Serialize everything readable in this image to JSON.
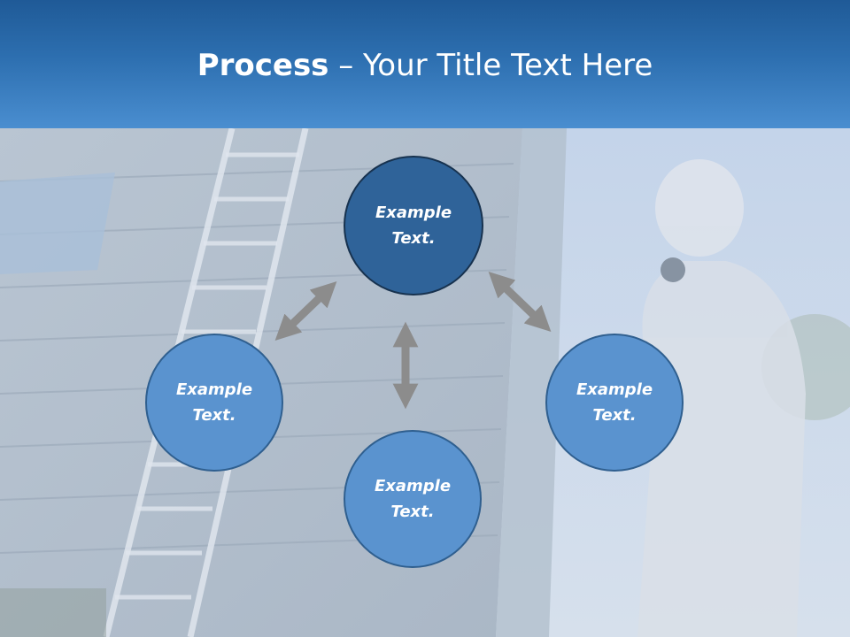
{
  "slide": {
    "title_bold": "Process",
    "title_rest": " – Your Title Text Here"
  },
  "nodes": {
    "top": {
      "line1": "Example",
      "line2": "Text."
    },
    "left": {
      "line1": "Example",
      "line2": "Text."
    },
    "right": {
      "line1": "Example",
      "line2": "Text."
    },
    "bottom": {
      "line1": "Example",
      "line2": "Text."
    }
  },
  "colors": {
    "header": "#2d6fb0",
    "top_node": "#2f6399",
    "side_nodes": "#5a93cf",
    "arrows": "#8c8c8c"
  },
  "icons": {
    "arrows": "double-headed-arrow"
  }
}
